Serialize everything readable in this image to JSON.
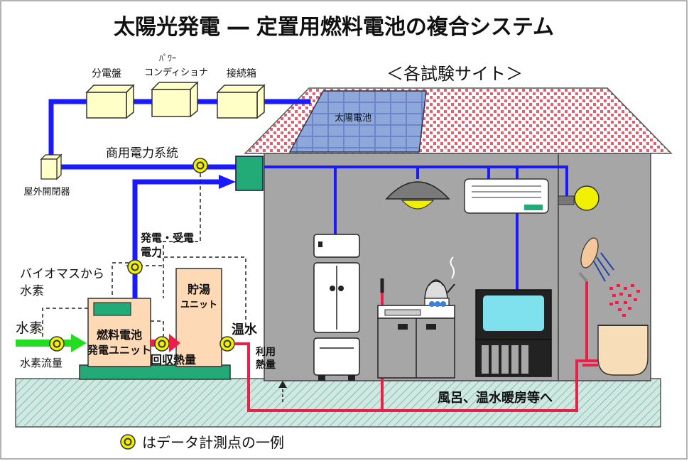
{
  "title": "太陽光発電 ― 定置用燃料電池の複合システム",
  "site_label": "＜各試験サイト＞",
  "labels": {
    "distribution_board": "分電盤",
    "power_conditioner_1": "ﾊﾟﾜｰ",
    "power_conditioner_2": "コンディショナ",
    "junction_box": "接続箱",
    "solar_cell": "太陽電池",
    "grid": "商用電力系統",
    "outdoor_switch": "屋外開閉器",
    "power_gen_1": "発電・受電",
    "power_gen_2": "電力",
    "biomass_1": "バイオマスから",
    "biomass_2": "水素",
    "hydrogen": "水素",
    "hydrogen_flow": "水素流量",
    "fuel_cell_1": "燃料電池",
    "fuel_cell_2": "発電ユニット",
    "storage_1": "貯湯",
    "storage_2": "ユニット",
    "recovered_heat": "回収熱量",
    "hot_water": "温水",
    "used_heat_1": "利用",
    "used_heat_2": "熱量",
    "bath_heating": "風呂、温水暖房等へ",
    "legend": "はデータ計測点の一例"
  },
  "colors": {
    "power_line": "#1a1aff",
    "hot_water_pipe": "#e8204a",
    "hydrogen_arrow": "#22dd22",
    "equipment": "#ffffc8",
    "house_wall": "#a6a6a6",
    "roof_tile": "#f3b8c0",
    "ground": "#c8e8e0",
    "fuel_cell_unit": "#fdd9b5",
    "measure_point": "#f0f000"
  }
}
